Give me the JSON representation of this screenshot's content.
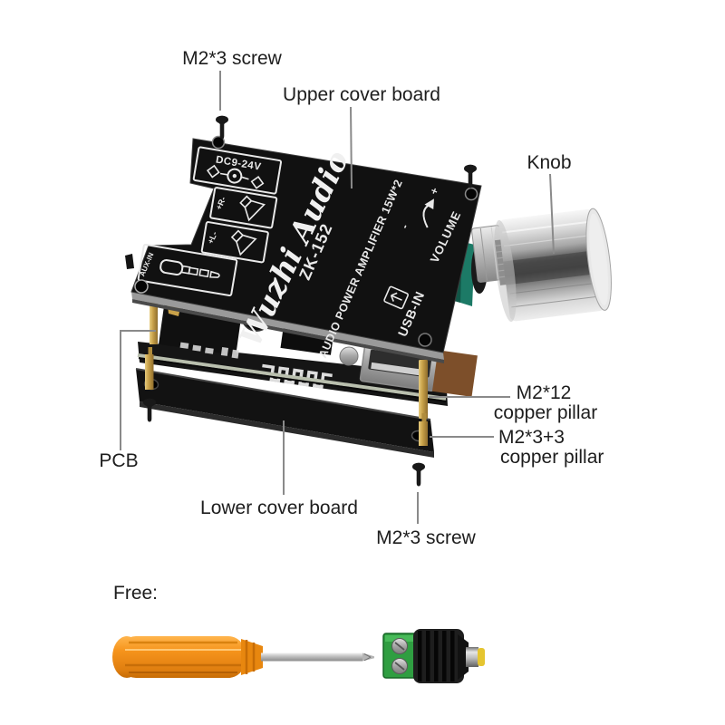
{
  "image": {
    "type": "exploded-parts-diagram",
    "background": "#ffffff"
  },
  "callouts": {
    "screw_top": "M2*3 screw",
    "upper_cover": "Upper cover board",
    "knob": "Knob",
    "pcb": "PCB",
    "pillar_m2x12_line1": "M2*12",
    "pillar_m2x12_line2": "copper pillar",
    "pillar_m2x3_3_line1": "M2*3+3",
    "pillar_m2x3_3_line2": "copper pillar",
    "lower_cover": "Lower cover board",
    "screw_bottom": "M2*3 screw",
    "free": "Free:"
  },
  "board_print": {
    "power_rating": "DC9-24V",
    "brand": "Wuzhi Audio",
    "model": "ZK-152",
    "description": "AUDIO POWER AMPLIFIER 15W*2",
    "usb_label": "USB-IN",
    "volume_label": "VOLUME",
    "volume_plus": "+",
    "volume_minus": "-",
    "aux_label": "AUX-IN",
    "speaker_right": "+R-",
    "speaker_left": "+L-"
  },
  "colors": {
    "board_black": "#111111",
    "silkscreen_white": "#e9e9e9",
    "pillar_gold": "#c9a24a",
    "pcb_edge_green": "#b9bfae",
    "callout_line_gray": "#8a8a8a",
    "callout_text": "#1d1d1d",
    "handle_orange": "#f6941c",
    "terminal_green": "#2f9e41",
    "plug_tip_yellow": "#e5c530",
    "knob_chrome": "#d9d9d9"
  }
}
